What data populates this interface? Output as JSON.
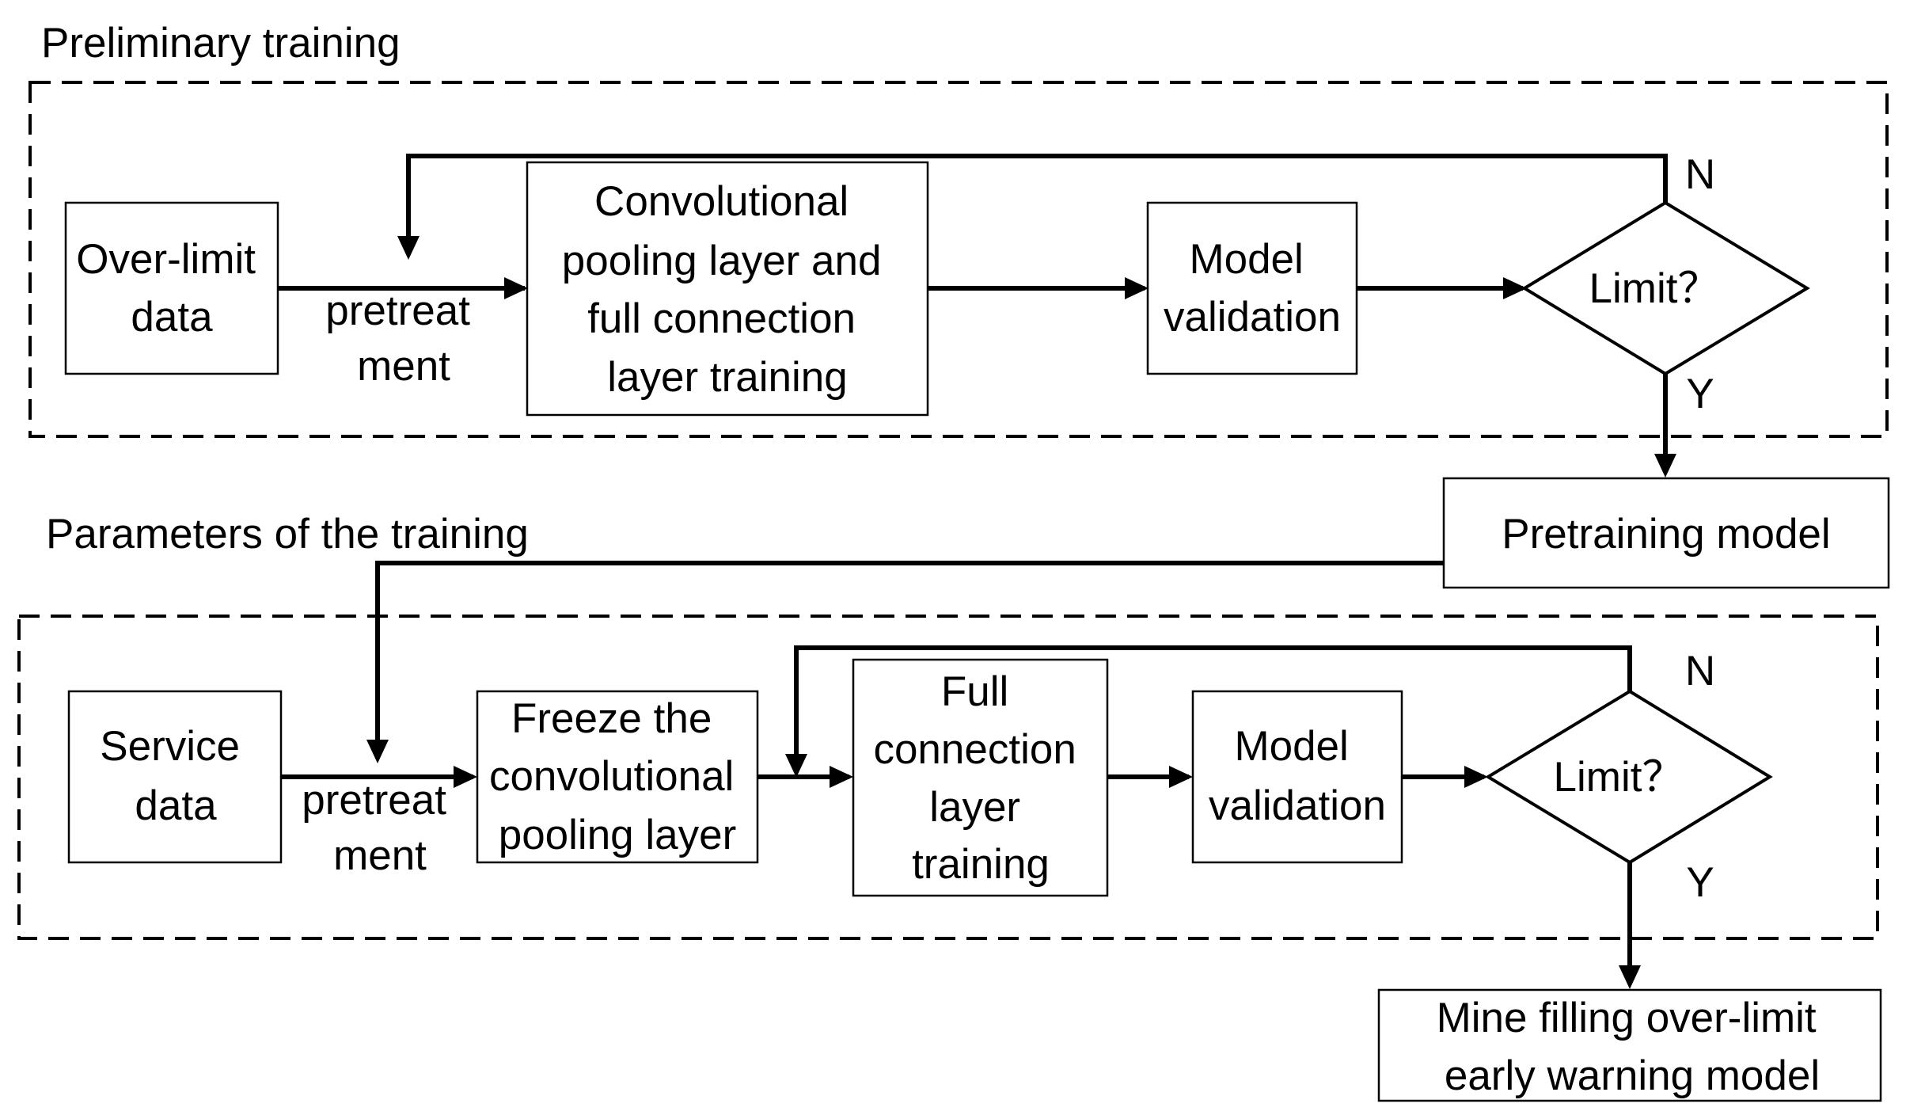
{
  "sections": {
    "preliminary": "Preliminary training",
    "parameters": "Parameters of the training"
  },
  "top": {
    "input_box": [
      "Over-limit",
      "data"
    ],
    "pretreat": [
      "pretreat",
      "ment"
    ],
    "train_box": [
      "Convolutional",
      "pooling layer and",
      "full connection",
      "layer training"
    ],
    "validation_box": [
      "Model",
      "validation"
    ],
    "decision": "Limit？",
    "no_label": "N",
    "yes_label": "Y"
  },
  "pretraining_model": "Pretraining model",
  "bottom": {
    "input_box": [
      "Service",
      "data"
    ],
    "pretreat": [
      "pretreat",
      "ment"
    ],
    "freeze_box": [
      "Freeze the",
      "convolutional",
      "pooling layer"
    ],
    "train_box": [
      "Full",
      "connection",
      "layer",
      "training"
    ],
    "validation_box": [
      "Model",
      "validation"
    ],
    "decision": "Limit？",
    "no_label": "N",
    "yes_label": "Y"
  },
  "output_model": [
    "Mine filling over-limit",
    "early warning model"
  ]
}
